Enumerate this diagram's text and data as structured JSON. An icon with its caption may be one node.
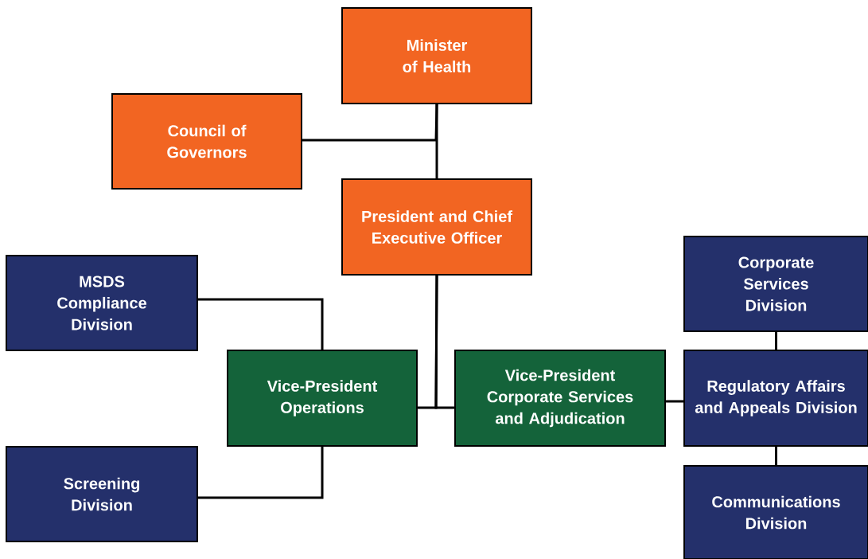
{
  "diagram": {
    "nodes": [
      {
        "text": [
          "Minister of Health"
        ]
      },
      {
        "text": [
          "Council of Governors"
        ]
      },
      {
        "text": [
          "President and Chief Executive Officer"
        ]
      },
      {
        "text": [
          "MSDS Compliance Division"
        ]
      },
      {
        "text": [
          "Vice-President Operations"
        ]
      },
      {
        "text": [
          "Vice-President Corporate Services and Adjudication"
        ]
      },
      {
        "text": [
          "Corporate Services Division"
        ]
      },
      {
        "text": [
          "Regulatory Affairs and Appeals Division"
        ]
      },
      {
        "text": [
          "Screening Division"
        ]
      },
      {
        "text": [
          "Communications Division"
        ]
      }
    ],
    "edges": [
      {
        "from": 0,
        "to": 2,
        "arrow": "none"
      },
      {
        "from": 1,
        "to": 0,
        "arrow": "none"
      },
      {
        "from": 2,
        "to": 4,
        "arrow": "none"
      },
      {
        "from": 2,
        "to": 5,
        "arrow": "none"
      },
      {
        "from": 3,
        "to": 4,
        "arrow": "none"
      },
      {
        "from": 8,
        "to": 4,
        "arrow": "none"
      },
      {
        "from": 5,
        "to": 7,
        "arrow": "none"
      },
      {
        "from": 6,
        "to": 7,
        "arrow": "none"
      },
      {
        "from": 7,
        "to": 9,
        "arrow": "none"
      }
    ]
  }
}
